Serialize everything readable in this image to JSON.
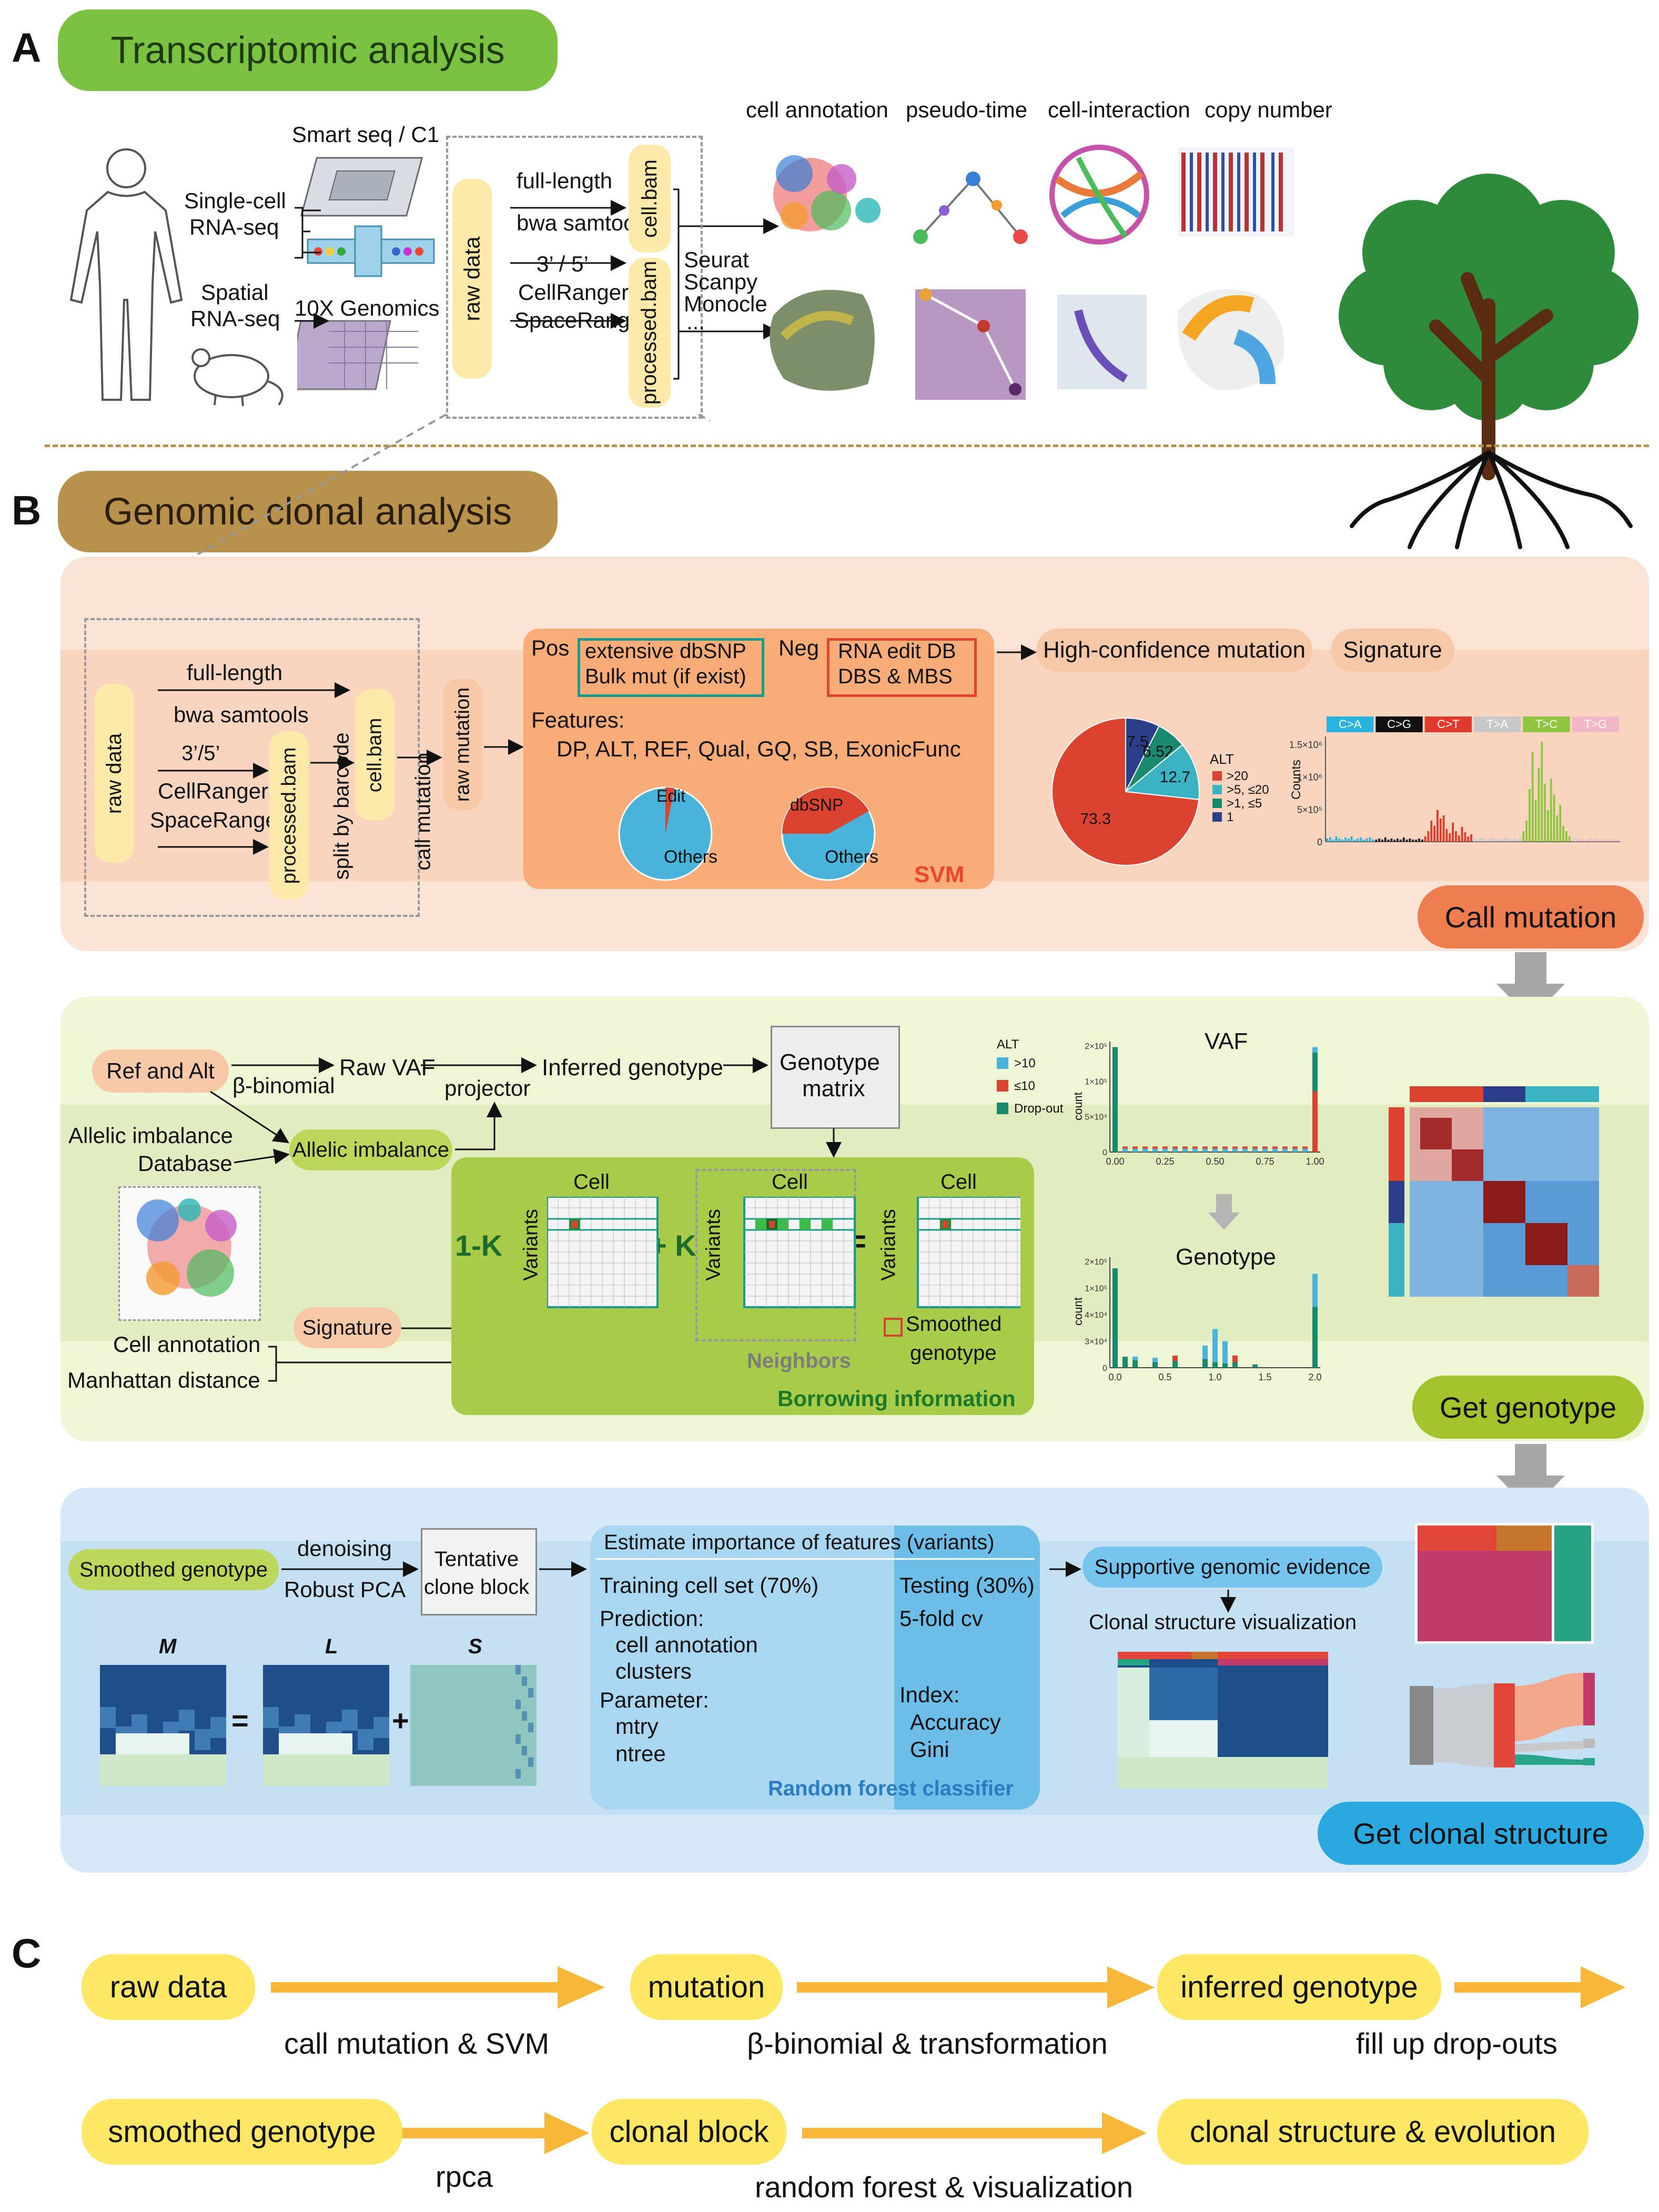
{
  "panel_letters": {
    "a": "A",
    "b": "B",
    "c": "C"
  },
  "section_titles": {
    "transcriptomic": "Transcriptomic analysis",
    "genomic": "Genomic clonal analysis"
  },
  "panel_a": {
    "smart_seq": "Smart seq / C1",
    "single_cell_1": "Single-cell",
    "single_cell_2": "RNA-seq",
    "spatial_1": "Spatial",
    "spatial_2": "RNA-seq",
    "tenx": "10X Genomics",
    "raw_data": "raw data",
    "full_length": "full-length",
    "bwa": "bwa samtools",
    "three_five": "3’ / 5’",
    "cellranger": "CellRanger",
    "spaceranger": "SpaceRanger",
    "cell_bam": "cell.bam",
    "processed_bam": "processed.bam",
    "tools": [
      "Seurat",
      "Scanpy",
      "Monocle",
      "..."
    ],
    "downstream": [
      "cell annotation",
      "pseudo-time",
      "cell-interaction",
      "copy number"
    ]
  },
  "panel_b_call": {
    "raw_data": "raw data",
    "full_length": "full-length",
    "bwa": "bwa samtools",
    "three_five": "3’/5’",
    "cellranger": "CellRanger",
    "spaceranger": "SpaceRanger",
    "processed_bam": "processed.bam",
    "split": "split by barcode",
    "cell_bam": "cell.bam",
    "call_mutation_v": "call mutation",
    "raw_mutation": "raw mutation",
    "pos": "Pos",
    "neg": "Neg",
    "pos_box": [
      "extensive dbSNP",
      "Bulk mut (if exist)"
    ],
    "neg_box": [
      "RNA edit DB",
      "DBS & MBS"
    ],
    "features_label": "Features:",
    "features": "DP, ALT, REF, Qual, GQ, SB, ExonicFunc",
    "pie1": {
      "slice": "Edit",
      "rest": "Others"
    },
    "pie2": {
      "slice": "dbSNP",
      "rest": "Others"
    },
    "svm": "SVM",
    "high_conf": "High-confidence mutation",
    "signature": "Signature",
    "stage_label": "Call mutation",
    "alt_pie": {
      "legend_title": "ALT",
      "labels": [
        ">20",
        ">5, ≤20",
        ">1, ≤5",
        "1"
      ],
      "values": [
        73.3,
        12.7,
        6.52,
        7.5
      ],
      "value_labels": [
        "73.3",
        "12.7",
        "6.52",
        "7.5"
      ],
      "colors": [
        "#d9432f",
        "#3bb3c3",
        "#1a8a6e",
        "#2c3e8a"
      ]
    },
    "signature_chart": {
      "categories": [
        "C>A",
        "C>G",
        "C>T",
        "T>A",
        "T>C",
        "T>G"
      ],
      "colors": [
        "#2bb3e0",
        "#111111",
        "#e03a2f",
        "#c8c8c8",
        "#8ec63f",
        "#f2b8c6"
      ],
      "yticks": [
        "1.5×10⁶",
        "1×10⁶",
        "5×10⁵",
        "0"
      ],
      "ylabel": "Counts"
    }
  },
  "panel_b_genotype": {
    "ref_alt": "Ref and Alt",
    "raw_vaf": "Raw VAF",
    "beta_binomial": "β-binomial",
    "inferred_genotype": "Inferred genotype",
    "projector": "projector",
    "genotype_matrix": [
      "Genotype",
      "matrix"
    ],
    "allelic_db": [
      "Allelic imbalance",
      "Database"
    ],
    "allelic_pill": "Allelic imbalance",
    "cell_annotation": "Cell annotation",
    "manhattan": "Manhattan distance",
    "signature": "Signature",
    "one_minus_k": "1-K",
    "plus_k": "+ K",
    "equals": "=",
    "cell": "Cell",
    "variants": "Variants",
    "smoothed": [
      "Smoothed",
      "genotype"
    ],
    "neighbors": "Neighbors",
    "borrowing": "Borrowing information",
    "vaf_title": "VAF",
    "genotype_title": "Genotype",
    "legend_title": "ALT",
    "legend": [
      ">10",
      "≤10",
      "Drop-out"
    ],
    "legend_colors": [
      "#4ab3d9",
      "#d9432f",
      "#1a8a6e"
    ],
    "vaf_xticks": [
      "0.00",
      "0.25",
      "0.50",
      "0.75",
      "1.00"
    ],
    "vaf_yticks": [
      "2×10⁵",
      "1×10⁵",
      "5×10⁴",
      "0"
    ],
    "gt_xticks": [
      "0.0",
      "0.5",
      "1.0",
      "1.5",
      "2.0"
    ],
    "gt_yticks": [
      "2×10⁵",
      "1×10⁵",
      "4×10⁴",
      "3×10⁴",
      "0"
    ],
    "count": "count",
    "stage_label": "Get genotype"
  },
  "panel_b_clonal": {
    "smoothed": "Smoothed genotype",
    "denoising": "denoising",
    "robust_pca": "Robust PCA",
    "tentative": [
      "Tentative",
      "clone block"
    ],
    "m": "M",
    "l": "L",
    "s": "S",
    "eq": "=",
    "plus": "+",
    "rf_header": "Estimate importance of features (variants)",
    "training": "Training cell set (70%)",
    "prediction": "Prediction:",
    "pred_items": [
      "cell annotation",
      "clusters"
    ],
    "parameter": "Parameter:",
    "param_items": [
      "mtry",
      "ntree"
    ],
    "testing": "Testing (30%)",
    "cv": "5-fold cv",
    "index": "Index:",
    "index_items": [
      "Accuracy",
      "Gini"
    ],
    "rf_label": "Random forest classifier",
    "supportive": "Supportive genomic evidence",
    "clonal_vis": "Clonal structure visualization",
    "stage_label": "Get clonal structure"
  },
  "panel_c": {
    "row1": [
      "raw data",
      "mutation",
      "inferred genotype"
    ],
    "row1_edges": [
      "call mutation & SVM",
      "β-binomial & transformation",
      "fill up drop-outs"
    ],
    "row2": [
      "smoothed genotype",
      "clonal block",
      "clonal structure & evolution"
    ],
    "row2_edges": [
      "rpca",
      "random forest & visualization"
    ]
  },
  "colors": {
    "green_title": "#7cc242",
    "brown_title": "#b8914d",
    "call_panel": "#fbe4d6",
    "genotype_panel": "#eef6d6",
    "clonal_panel": "#d7e9f8",
    "orange_label": "#ee7e4f",
    "olive_label": "#a3c32c",
    "blue_label": "#2aa9e0",
    "yellow_pill": "#fde764",
    "arrow_orange": "#f7b83a"
  }
}
